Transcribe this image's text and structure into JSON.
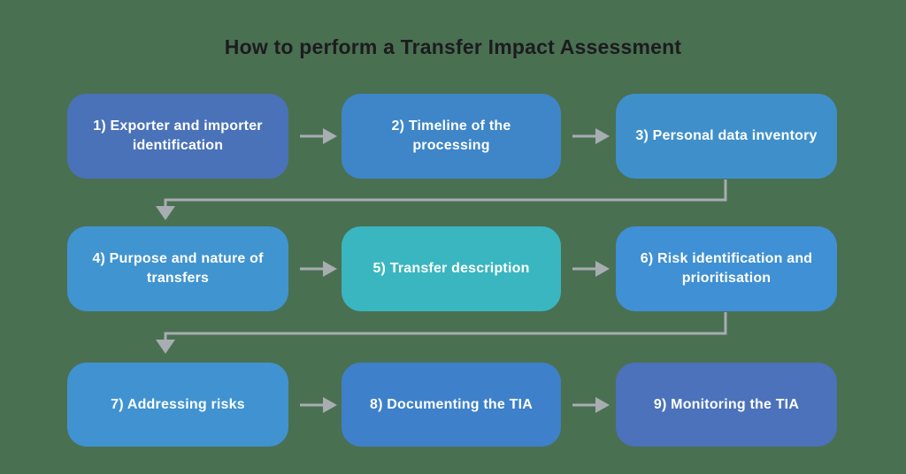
{
  "title": "How to perform a Transfer Impact Assessment",
  "colors": {
    "background": "#4a7052",
    "title_text": "#1c1c1e",
    "box_text": "#ffffff",
    "arrow": "#a8adb2"
  },
  "steps": [
    {
      "number": 1,
      "label": "1) Exporter and importer identification",
      "color": "#4a72b8"
    },
    {
      "number": 2,
      "label": "2) Timeline of the processing",
      "color": "#3e86c8"
    },
    {
      "number": 3,
      "label": "3) Personal data inventory",
      "color": "#3f90ca"
    },
    {
      "number": 4,
      "label": "4) Purpose and nature of transfers",
      "color": "#4094d0"
    },
    {
      "number": 5,
      "label": "5) Transfer description",
      "color": "#3ab6c0"
    },
    {
      "number": 6,
      "label": "6) Risk identification and prioritisation",
      "color": "#3f90d4"
    },
    {
      "number": 7,
      "label": "7) Addressing risks",
      "color": "#4093d0"
    },
    {
      "number": 8,
      "label": "8) Documenting the TIA",
      "color": "#3e81ca"
    },
    {
      "number": 9,
      "label": "9) Monitoring the TIA",
      "color": "#4b72ba"
    }
  ],
  "flow": {
    "row_arrows": "right",
    "row_wrap_arrows": "end of row drops down and loops left to start of next row"
  }
}
